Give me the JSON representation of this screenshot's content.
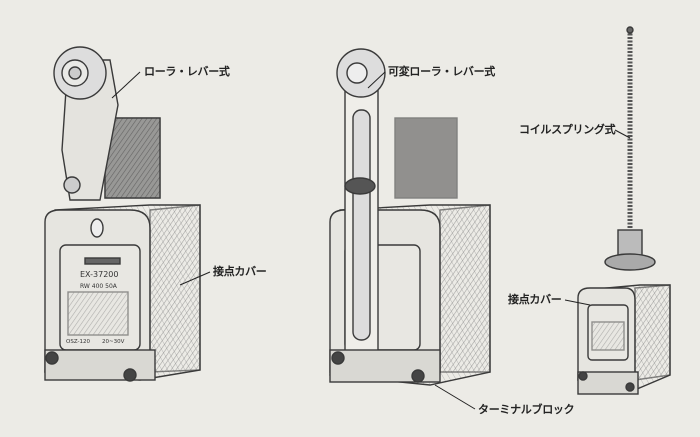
{
  "labels": {
    "roller_lever": "ローラ・レバー式",
    "adjustable_roller_lever": "可変ローラ・レバー式",
    "coil_spring": "コイルスプリング式",
    "contact_cover_1": "接点カバー",
    "contact_cover_2": "接点カバー",
    "terminal_block": "ターミナルブロック"
  },
  "nameplate": {
    "model": "EX-37200",
    "rating": "RW  400  50A",
    "code": "OSZ-120",
    "voltage": "20~30V"
  },
  "colors": {
    "paper": "#ecebe6",
    "ink": "#3a3a3a",
    "shade": "#8a8a86"
  }
}
